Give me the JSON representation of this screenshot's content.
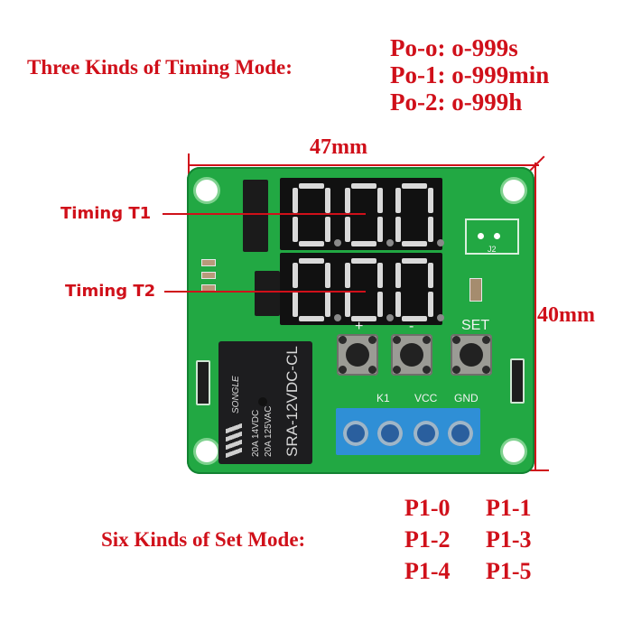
{
  "header": {
    "timing_mode_label": "Three Kinds of Timing Mode:",
    "timing_modes": [
      "Po-o: o-999s",
      "Po-1: o-999min",
      "Po-2: o-999h"
    ]
  },
  "dimensions": {
    "width_label": "47mm",
    "height_label": "40mm"
  },
  "callouts": {
    "timing_t1": "Timing T1",
    "timing_t2": "Timing T2"
  },
  "board": {
    "displays": [
      {
        "name": "T1",
        "digits": [
          "0",
          "0",
          "0"
        ]
      },
      {
        "name": "T2",
        "digits": [
          "0",
          "0",
          "0"
        ]
      }
    ],
    "buttons": [
      {
        "silk": "+"
      },
      {
        "silk": "-"
      },
      {
        "silk": "SET"
      }
    ],
    "terminal_labels": [
      "",
      "K1",
      "VCC",
      "GND"
    ],
    "relay": {
      "brand": "SONGLE",
      "model": "SRA-12VDC-CL",
      "rating_1": "20A 14VDC",
      "rating_2": "20A 125VAC"
    },
    "silk_j2": "J2",
    "colors": {
      "pcb": "#22a843",
      "terminal": "#2f8fd6",
      "display": "#111111"
    }
  },
  "footer": {
    "set_mode_label": "Six Kinds of Set Mode:",
    "set_modes": [
      "P1-0",
      "P1-1",
      "P1-2",
      "P1-3",
      "P1-4",
      "P1-5"
    ]
  },
  "colors": {
    "annotation_red": "#d0101a"
  }
}
